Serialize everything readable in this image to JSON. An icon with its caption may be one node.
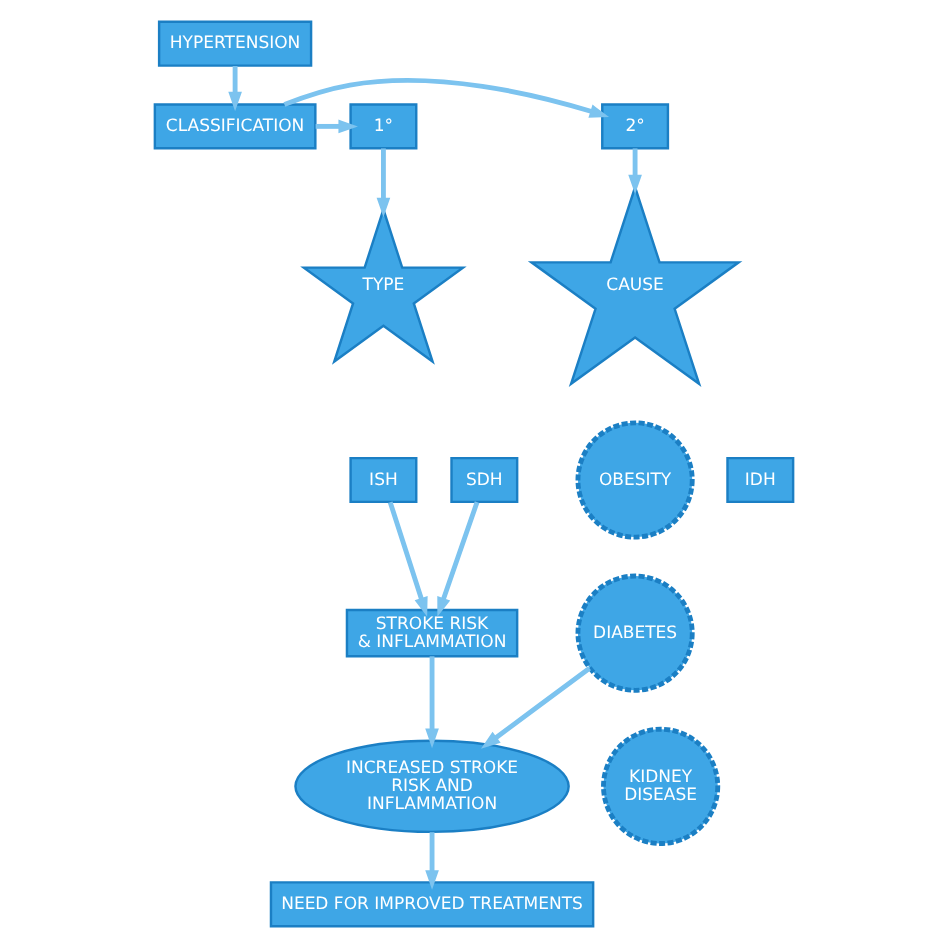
{
  "diagram": {
    "nodes": [
      {
        "text": [
          "HYPERTENSION"
        ]
      },
      {
        "text": [
          "CLASSIFICATION"
        ]
      },
      {
        "text": [
          "1°"
        ]
      },
      {
        "text": [
          "2°"
        ]
      },
      {
        "text": [
          "TYPE"
        ]
      },
      {
        "text": [
          "CAUSE"
        ]
      },
      {
        "text": [
          "SDH"
        ]
      },
      {
        "text": [
          "ISH"
        ]
      },
      {
        "text": [
          "IDH"
        ]
      },
      {
        "text": [
          "STROKE RISK & INFLAMMATION"
        ]
      },
      {
        "text": [
          "OBESITY"
        ]
      },
      {
        "text": [
          "DIABETES"
        ]
      },
      {
        "text": [
          "KIDNEY DISEASE"
        ]
      },
      {
        "text": [
          "INCREASED STROKE RISK AND INFLAMMATION"
        ]
      },
      {
        "text": [
          "NEED FOR IMPROVED TREATMENTS"
        ]
      }
    ],
    "edges": [
      {
        "from": 0,
        "to": 1,
        "arrow": "to"
      },
      {
        "from": 1,
        "to": 2,
        "arrow": "to"
      },
      {
        "from": 1,
        "to": 3,
        "arrow": "to"
      },
      {
        "from": 2,
        "to": 4,
        "arrow": "to"
      },
      {
        "from": 3,
        "to": 5,
        "arrow": "to"
      },
      {
        "from": 6,
        "to": 9,
        "arrow": "to"
      },
      {
        "from": 7,
        "to": 9,
        "arrow": "to"
      },
      {
        "from": 9,
        "to": 13,
        "arrow": "to"
      },
      {
        "from": 11,
        "to": 13,
        "arrow": "to"
      },
      {
        "from": 13,
        "to": 14,
        "arrow": "to"
      }
    ]
  }
}
